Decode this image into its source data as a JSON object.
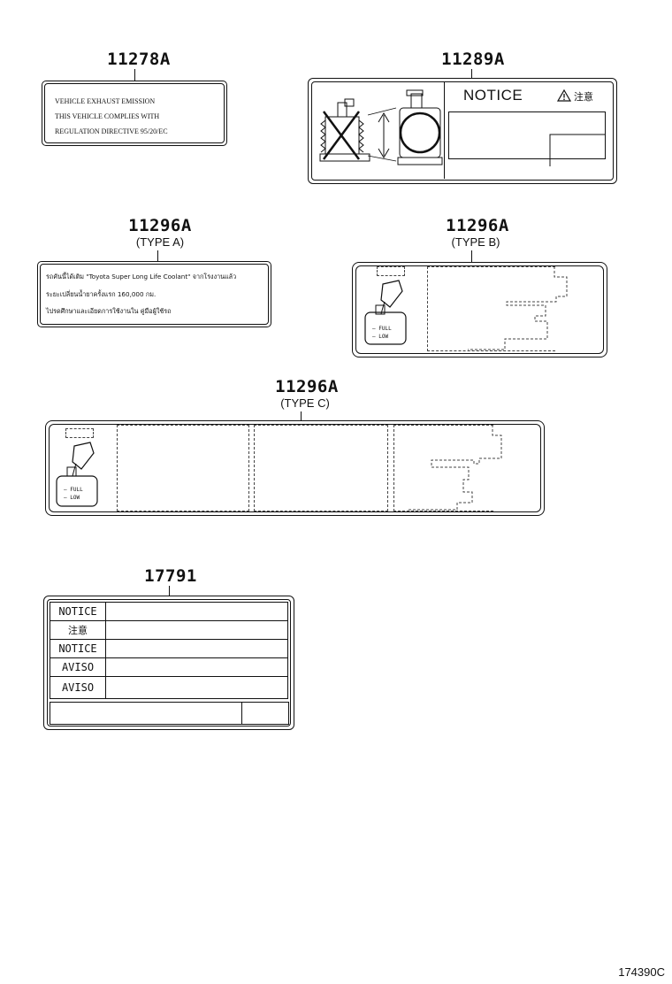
{
  "parts": {
    "p11278A": {
      "number": "11278A",
      "lines": [
        "VEHICLE  EXHAUST  EMISSION",
        "THIS  VEHICLE  COMPLIES  WITH",
        "REGULATION  DIRECTIVE  95/20/EC"
      ]
    },
    "p11289A": {
      "number": "11289A",
      "notice": "NOTICE",
      "warning": "注意"
    },
    "p11296A_a": {
      "number": "11296A",
      "type": "(TYPE A)",
      "lines": [
        "รถคันนี้ได้เติม \"Toyota Super Long Life Coolant\" จากโรงงานแล้ว",
        "ระยะเปลี่ยนน้ำยาครั้งแรก 160,000 กม.",
        "ไปรดศึกษาและเอียดการใช้งานใน คู่มือผู้ใช้รถ"
      ]
    },
    "p11296A_b": {
      "number": "11296A",
      "type": "(TYPE B)",
      "full": "FULL",
      "low": "LOW"
    },
    "p11296A_c": {
      "number": "11296A",
      "type": "(TYPE C)",
      "full": "FULL",
      "low": "LOW"
    },
    "p17791": {
      "number": "17791",
      "rows": [
        "NOTICE",
        "注意",
        "NOTICE",
        "AVISO",
        "AVISO"
      ]
    }
  },
  "catalog_code": "174390C"
}
